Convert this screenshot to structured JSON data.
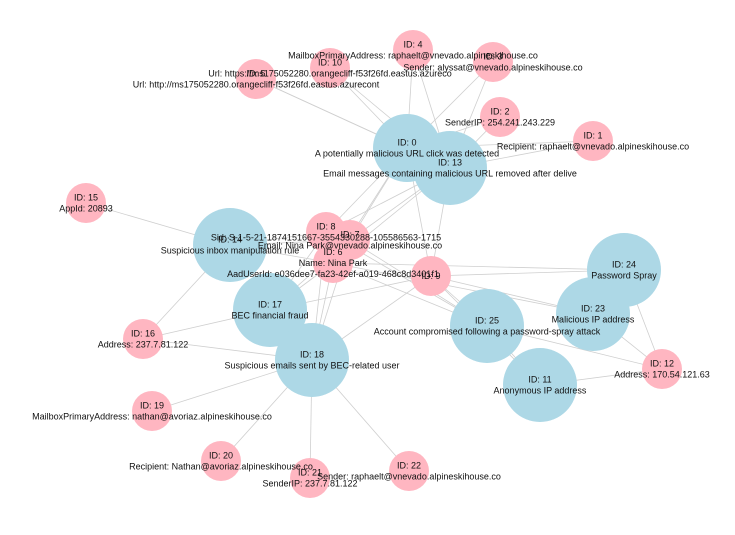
{
  "graph": {
    "nodes": [
      {
        "id": 0,
        "kind": "alert",
        "lines": [
          "ID: 0",
          "A potentially malicious URL click was detected"
        ]
      },
      {
        "id": 1,
        "kind": "entity",
        "lines": [
          "ID: 1",
          "Recipient: raphaelt@vnevado.alpineskihouse.co"
        ]
      },
      {
        "id": 2,
        "kind": "entity",
        "lines": [
          "ID: 2",
          "SenderIP: 254.241.243.229"
        ]
      },
      {
        "id": 3,
        "kind": "entity",
        "lines": [
          "ID: 3",
          "Sender: alyssat@vnevado.alpineskihouse.co"
        ]
      },
      {
        "id": 4,
        "kind": "entity",
        "lines": [
          "ID: 4",
          "MailboxPrimaryAddress: raphaelt@vnevado.alpineskihouse.co"
        ]
      },
      {
        "id": 5,
        "kind": "entity",
        "lines": [
          "ID: 5",
          "Url: http://ms175052280.orangecliff-f53f26fd.eastus.azurecont"
        ]
      },
      {
        "id": 6,
        "kind": "entity",
        "lines": [
          "ID: 6",
          "Name: Nina Park",
          "AadUserId: e036dee7-fa23-42ef-a019-468c8d3401f1"
        ]
      },
      {
        "id": 7,
        "kind": "entity",
        "lines": [
          "ID: 7",
          "Email: Nina Park@vnevado.alpineskihouse.co"
        ]
      },
      {
        "id": 8,
        "kind": "entity",
        "lines": [
          "ID: 8",
          "Sid: S-1-5-21-1874151667-3554330288-105586563-1715"
        ]
      },
      {
        "id": 9,
        "kind": "entity",
        "lines": [
          "ID: 9",
          ""
        ]
      },
      {
        "id": 10,
        "kind": "entity",
        "lines": [
          "ID: 10",
          "Url: https://ms175052280.orangecliff-f53f26fd.eastus.azureco"
        ]
      },
      {
        "id": 11,
        "kind": "alert",
        "lines": [
          "ID: 11",
          "Anonymous IP address"
        ]
      },
      {
        "id": 12,
        "kind": "entity",
        "lines": [
          "ID: 12",
          "Address: 170.54.121.63"
        ]
      },
      {
        "id": 13,
        "kind": "alert",
        "lines": [
          "ID: 13",
          "Email messages containing malicious URL removed after delive"
        ]
      },
      {
        "id": 14,
        "kind": "alert",
        "lines": [
          "ID: 14",
          "Suspicious inbox manipulation rule"
        ]
      },
      {
        "id": 15,
        "kind": "entity",
        "lines": [
          "ID: 15",
          "AppId: 20893"
        ]
      },
      {
        "id": 16,
        "kind": "entity",
        "lines": [
          "ID: 16",
          "Address: 237.7.81.122"
        ]
      },
      {
        "id": 17,
        "kind": "alert",
        "lines": [
          "ID: 17",
          "BEC financial fraud"
        ]
      },
      {
        "id": 18,
        "kind": "alert",
        "lines": [
          "ID: 18",
          "Suspicious emails sent by BEC-related user"
        ]
      },
      {
        "id": 19,
        "kind": "entity",
        "lines": [
          "ID: 19",
          "MailboxPrimaryAddress: nathan@avoriaz.alpineskihouse.co"
        ]
      },
      {
        "id": 20,
        "kind": "entity",
        "lines": [
          "ID: 20",
          "Recipient: Nathan@avoriaz.alpineskihouse.co"
        ]
      },
      {
        "id": 21,
        "kind": "entity",
        "lines": [
          "ID: 21",
          "SenderIP: 237.7.81.122"
        ]
      },
      {
        "id": 22,
        "kind": "entity",
        "lines": [
          "ID: 22",
          "Sender: raphaelt@vnevado.alpineskihouse.co"
        ]
      },
      {
        "id": 23,
        "kind": "alert",
        "lines": [
          "ID: 23",
          "Malicious IP address"
        ]
      },
      {
        "id": 24,
        "kind": "alert",
        "lines": [
          "ID: 24",
          "Password Spray"
        ]
      },
      {
        "id": 25,
        "kind": "alert",
        "lines": [
          "ID: 25",
          "Account compromised following a password-spray attack"
        ]
      }
    ],
    "edges": [
      [
        0,
        1
      ],
      [
        0,
        2
      ],
      [
        0,
        3
      ],
      [
        0,
        4
      ],
      [
        0,
        5
      ],
      [
        0,
        10
      ],
      [
        0,
        6
      ],
      [
        0,
        7
      ],
      [
        0,
        8
      ],
      [
        0,
        9
      ],
      [
        13,
        1
      ],
      [
        13,
        2
      ],
      [
        13,
        3
      ],
      [
        13,
        4
      ],
      [
        13,
        5
      ],
      [
        13,
        10
      ],
      [
        13,
        6
      ],
      [
        13,
        7
      ],
      [
        13,
        8
      ],
      [
        13,
        9
      ],
      [
        14,
        6
      ],
      [
        14,
        7
      ],
      [
        14,
        8
      ],
      [
        14,
        15
      ],
      [
        14,
        16
      ],
      [
        17,
        6
      ],
      [
        17,
        7
      ],
      [
        17,
        8
      ],
      [
        17,
        16
      ],
      [
        17,
        9
      ],
      [
        18,
        6
      ],
      [
        18,
        7
      ],
      [
        18,
        8
      ],
      [
        18,
        9
      ],
      [
        18,
        19
      ],
      [
        18,
        20
      ],
      [
        18,
        21
      ],
      [
        18,
        22
      ],
      [
        18,
        16
      ],
      [
        25,
        6
      ],
      [
        25,
        7
      ],
      [
        25,
        8
      ],
      [
        25,
        9
      ],
      [
        25,
        12
      ],
      [
        25,
        11
      ],
      [
        24,
        6
      ],
      [
        24,
        9
      ],
      [
        24,
        12
      ],
      [
        23,
        6
      ],
      [
        23,
        9
      ],
      [
        23,
        12
      ],
      [
        11,
        12
      ],
      [
        11,
        9
      ]
    ]
  }
}
